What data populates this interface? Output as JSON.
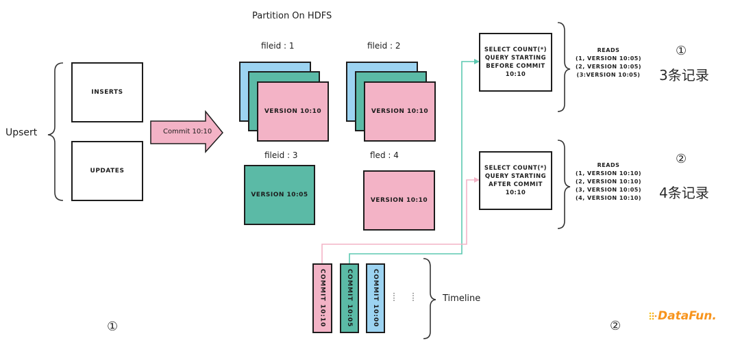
{
  "upsert": {
    "label": "Upsert",
    "inserts_label": "INSERTS",
    "updates_label": "UPDATES"
  },
  "commit_arrow": {
    "label": "Commit 10:10",
    "color": "#f3b3c6"
  },
  "partition": {
    "title": "Partition On HDFS",
    "files": [
      {
        "label": "fileid : 1",
        "version": "VERSION 10:10",
        "stacked": true
      },
      {
        "label": "fileid : 2",
        "version": "VERSION 10:10",
        "stacked": true
      },
      {
        "label": "fileid : 3",
        "version": "VERSION 10:05",
        "stacked": false
      },
      {
        "label": "fled : 4",
        "version": "VERSION 10:10",
        "stacked": false
      }
    ]
  },
  "queries": [
    {
      "lines": [
        "SELECT COUNT(*)",
        "QUERY STARTING",
        "BEFORE COMMIT",
        "10:10"
      ],
      "reads_title": "READS",
      "reads": [
        "(1, VERSION 10:05)",
        "(2, VERSION 10:05)",
        "(3:VERSION 10:05)"
      ],
      "marker": "①",
      "result": "3条记录",
      "connector_color": "#5bc8b0"
    },
    {
      "lines": [
        "SELECT COUNT(*)",
        "QUERY STARTING",
        "AFTER COMMIT",
        "10:10"
      ],
      "reads_title": "READS",
      "reads": [
        "(1, VERSION 10:10)",
        "(2, VERSION 10:10)",
        "(3, VERSION 10:05)",
        "(4, VERSION 10:10)"
      ],
      "marker": "②",
      "result": "4条记录",
      "connector_color": "#f3b3c6"
    }
  ],
  "timeline": {
    "label": "Timeline",
    "commits": [
      {
        "label": "COMMIT 10:10",
        "color": "#f3b3c6"
      },
      {
        "label": "COMMIT 10:05",
        "color": "#5bbaa6"
      },
      {
        "label": "COMMIT 10:00",
        "color": "#9cd3f1"
      }
    ],
    "ellipsis": "....."
  },
  "footer": {
    "marker_left": "①",
    "marker_right": "②",
    "logo_text": "DataFun."
  },
  "colors": {
    "blue": "#9cd3f1",
    "green": "#5bbaa6",
    "pink": "#f3b3c6",
    "teal_line": "#5bc8b0",
    "pink_line": "#f3b3c6",
    "logo_orange": "#f7941d"
  }
}
